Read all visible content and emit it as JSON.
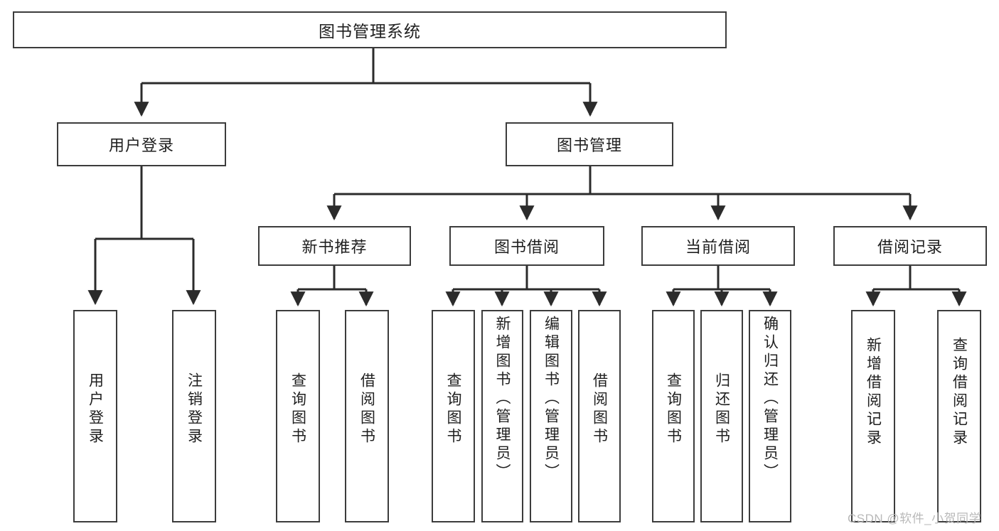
{
  "diagram": {
    "title": "图书管理系统",
    "type": "tree-hierarchy",
    "colors": {
      "box_border": "#3c3c3c",
      "box_fill": "#ffffff",
      "connector": "#2b2b2b",
      "text": "#1f1f1f",
      "watermark": "#b9b9b9",
      "background": "#ffffff"
    },
    "watermark": "CSDN @软件_小贺同学",
    "levels": {
      "root": {
        "label": "图书管理系统"
      },
      "level2": [
        {
          "label": "用户登录"
        },
        {
          "label": "图书管理"
        }
      ],
      "level3": [
        {
          "label": "新书推荐"
        },
        {
          "label": "图书借阅"
        },
        {
          "label": "当前借阅"
        },
        {
          "label": "借阅记录"
        }
      ],
      "leaves": {
        "user_login": [
          {
            "label": "用户登录"
          },
          {
            "label": "注销登录"
          }
        ],
        "new_book_recommend": [
          {
            "label": "查询图书"
          },
          {
            "label": "借阅图书"
          }
        ],
        "book_borrow": [
          {
            "label": "查询图书"
          },
          {
            "label": "新增图书（管理员）"
          },
          {
            "label": "编辑图书（管理员）"
          },
          {
            "label": "借阅图书"
          }
        ],
        "current_borrow": [
          {
            "label": "查询图书"
          },
          {
            "label": "归还图书"
          },
          {
            "label": "确认归还（管理员）"
          }
        ],
        "borrow_record": [
          {
            "label": "新增借阅记录"
          },
          {
            "label": "查询借阅记录"
          }
        ]
      }
    }
  }
}
